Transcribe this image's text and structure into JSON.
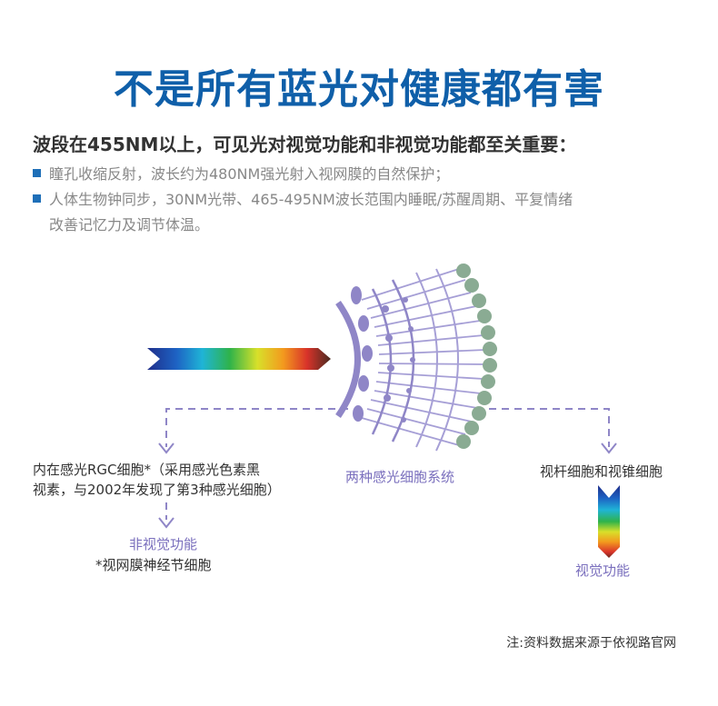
{
  "title": "不是所有蓝光对健康都有害",
  "subtitle": "波段在455NM以上，可见光对视觉功能和非视觉功能都至关重要：",
  "bullets": [
    {
      "line1": "瞳孔收缩反射，波长约为480NM强光射入视网膜的自然保护；",
      "line2": ""
    },
    {
      "line1": "人体生物钟同步，30NM光带、465-495NM波长范围内睡眠/苏醒周期、平复情绪",
      "line2": "改善记忆力及调节体温。"
    }
  ],
  "diagram": {
    "left_cell_line1": "内在感光RGC细胞*（采用感光色素黑",
    "left_cell_line2": "视素，与2002年发现了第3种感光细胞）",
    "left_function": "非视觉功能",
    "left_function_note": "*视网膜神经节细胞",
    "center_label": "两种感光细胞系统",
    "right_cell": "视杆细胞和视锥细胞",
    "right_function": "视觉功能"
  },
  "footnote": "注:资料数据来源于依视路官网",
  "colors": {
    "title": "#0f5fa9",
    "accent_purple": "#7a6fbd",
    "dashed_line": "#8f86c7",
    "green_dot": "#8aab93",
    "bullet_square": "#1e6fb8"
  }
}
